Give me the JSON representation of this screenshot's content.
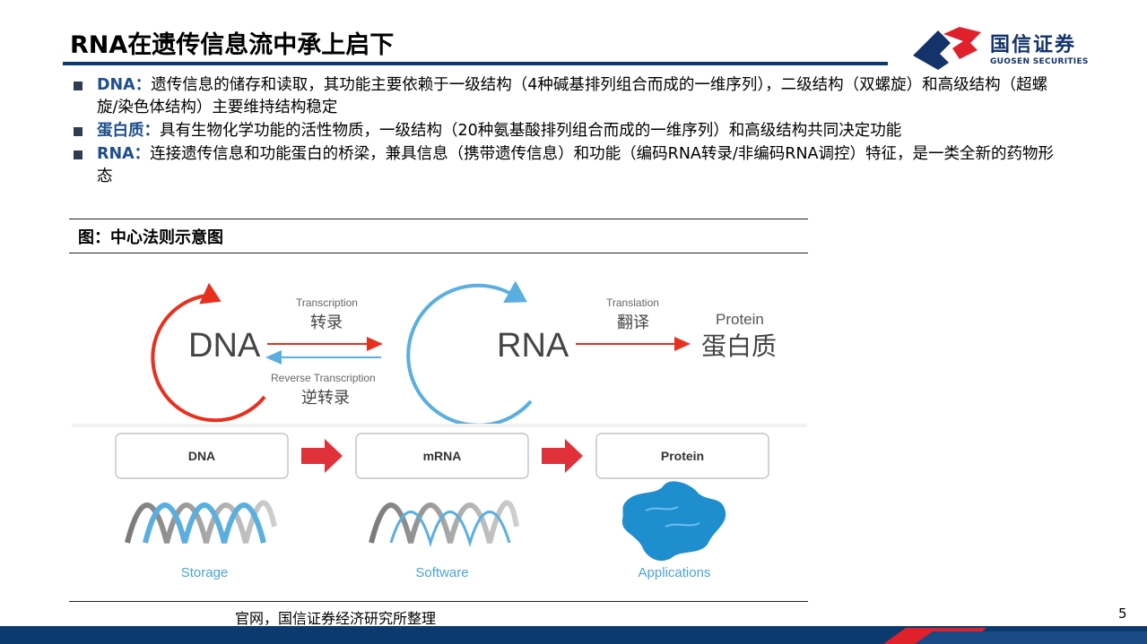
{
  "slide": {
    "title": "RNA在遗传信息流中承上启下",
    "page_number": "5",
    "source_note": "官网，国信证券经济研究所整理"
  },
  "brand": {
    "name_cn": "国信证券",
    "name_en": "GUOSEN SECURITIES",
    "colors": {
      "navy": "#0d3a6e",
      "red": "#e0202a",
      "text_blue": "#1e4f8c"
    }
  },
  "bullets": [
    {
      "key": "DNA：",
      "text": "遗传信息的储存和读取，其功能主要依赖于一级结构（4种碱基排列组合而成的一维序列），二级结构（双螺旋）和高级结构（超螺旋/染色体结构）主要维持结构稳定"
    },
    {
      "key": "蛋白质：",
      "text": "具有生物化学功能的活性物质，一级结构（20种氨基酸排列组合而成的一维序列）和高级结构共同决定功能"
    },
    {
      "key": "RNA：",
      "text": "连接遗传信息和功能蛋白的桥梁，兼具信息（携带遗传信息）和功能（编码RNA转录/非编码RNA调控）特征，是一类全新的药物形态"
    }
  ],
  "figure": {
    "caption": "图：中心法则示意图",
    "top": {
      "dna_label": "DNA",
      "rna_label": "RNA",
      "protein_en": "Protein",
      "protein_cn": "蛋白质",
      "transcription_en": "Transcription",
      "transcription_cn": "转录",
      "reverse_en": "Reverse Transcription",
      "reverse_cn": "逆转录",
      "translation_en": "Translation",
      "translation_cn": "翻译"
    },
    "bottom": {
      "boxes": [
        "DNA",
        "mRNA",
        "Protein"
      ],
      "captions": [
        "Storage",
        "Software",
        "Applications"
      ]
    },
    "colors": {
      "red": "#e8301f",
      "blue": "#5aaee0",
      "arrow_red": "#e0303a",
      "caption_blue": "#4aa3d8"
    }
  }
}
